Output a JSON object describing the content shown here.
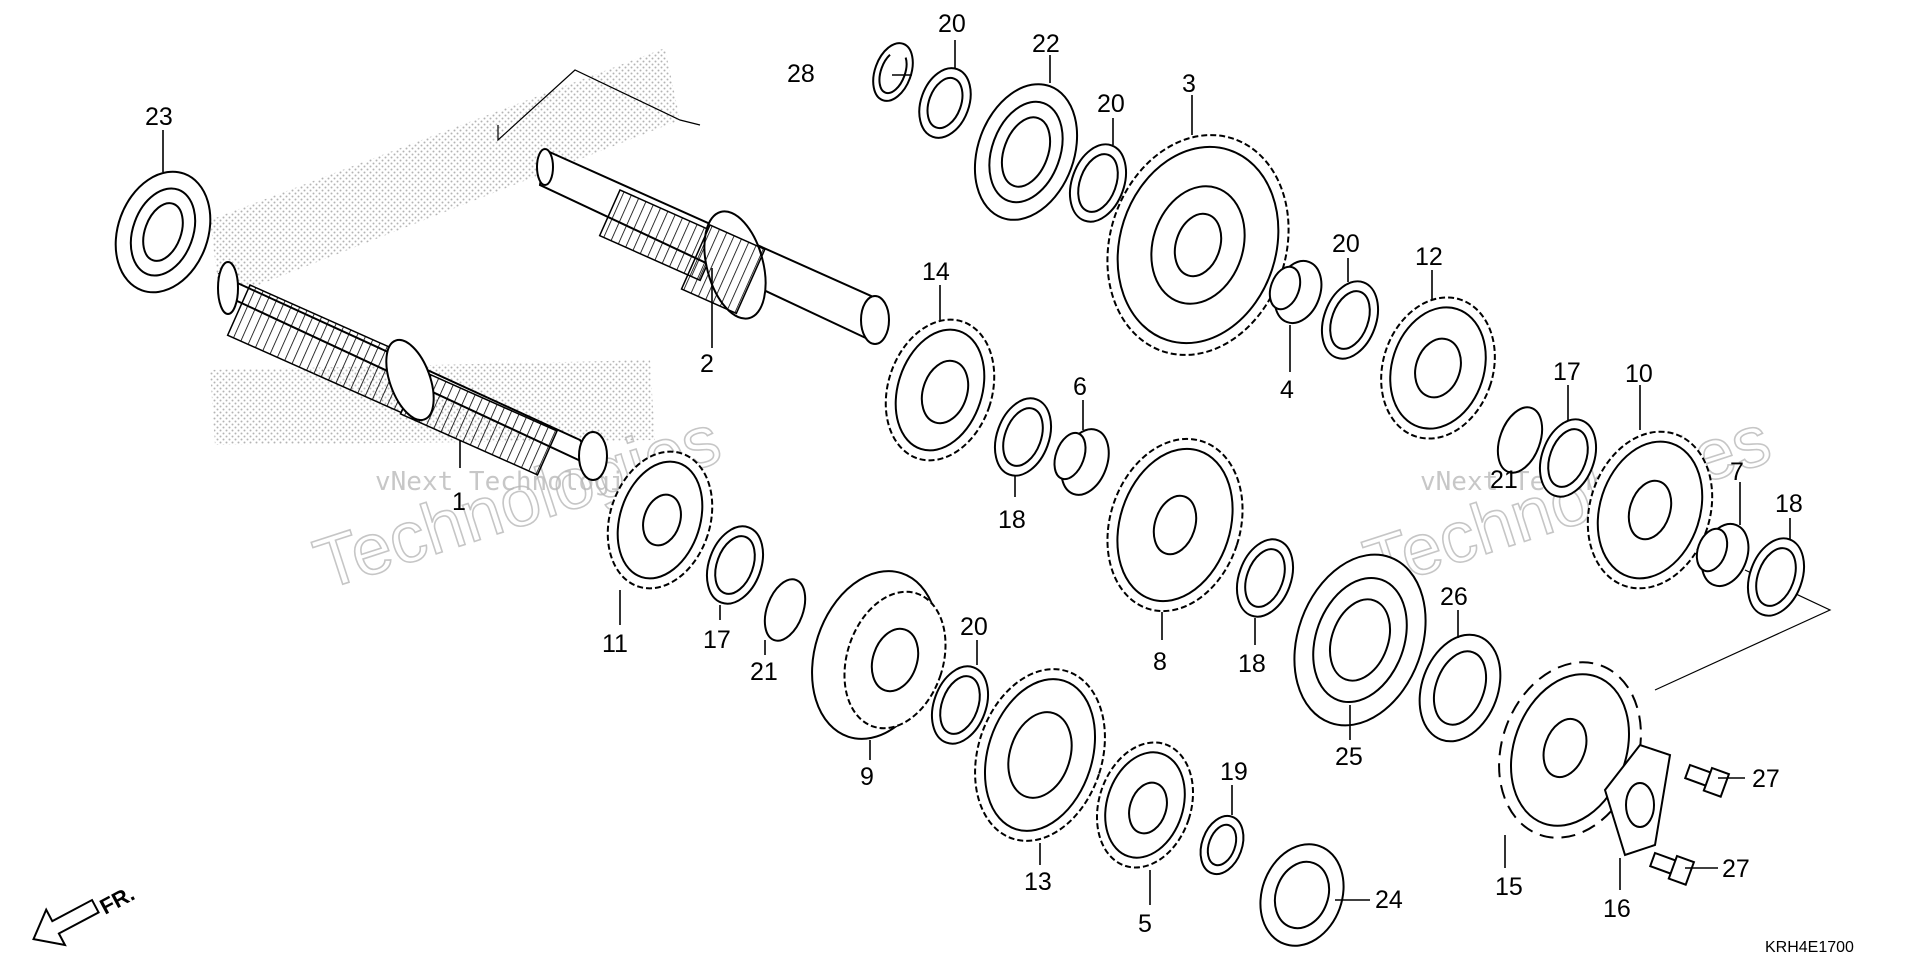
{
  "diagram": {
    "callouts": [
      "1",
      "2",
      "3",
      "4",
      "5",
      "6",
      "7",
      "8",
      "9",
      "10",
      "11",
      "12",
      "13",
      "14",
      "15",
      "16",
      "17",
      "17",
      "18",
      "18",
      "18",
      "19",
      "20",
      "20",
      "20",
      "20",
      "21",
      "21",
      "22",
      "23",
      "24",
      "25",
      "26",
      "27",
      "27",
      "28"
    ],
    "watermark_text": "vNext Technologies",
    "watermark_big": "Technologies",
    "direction_label": "FR.",
    "drawing_code": "KRH4E1700"
  }
}
